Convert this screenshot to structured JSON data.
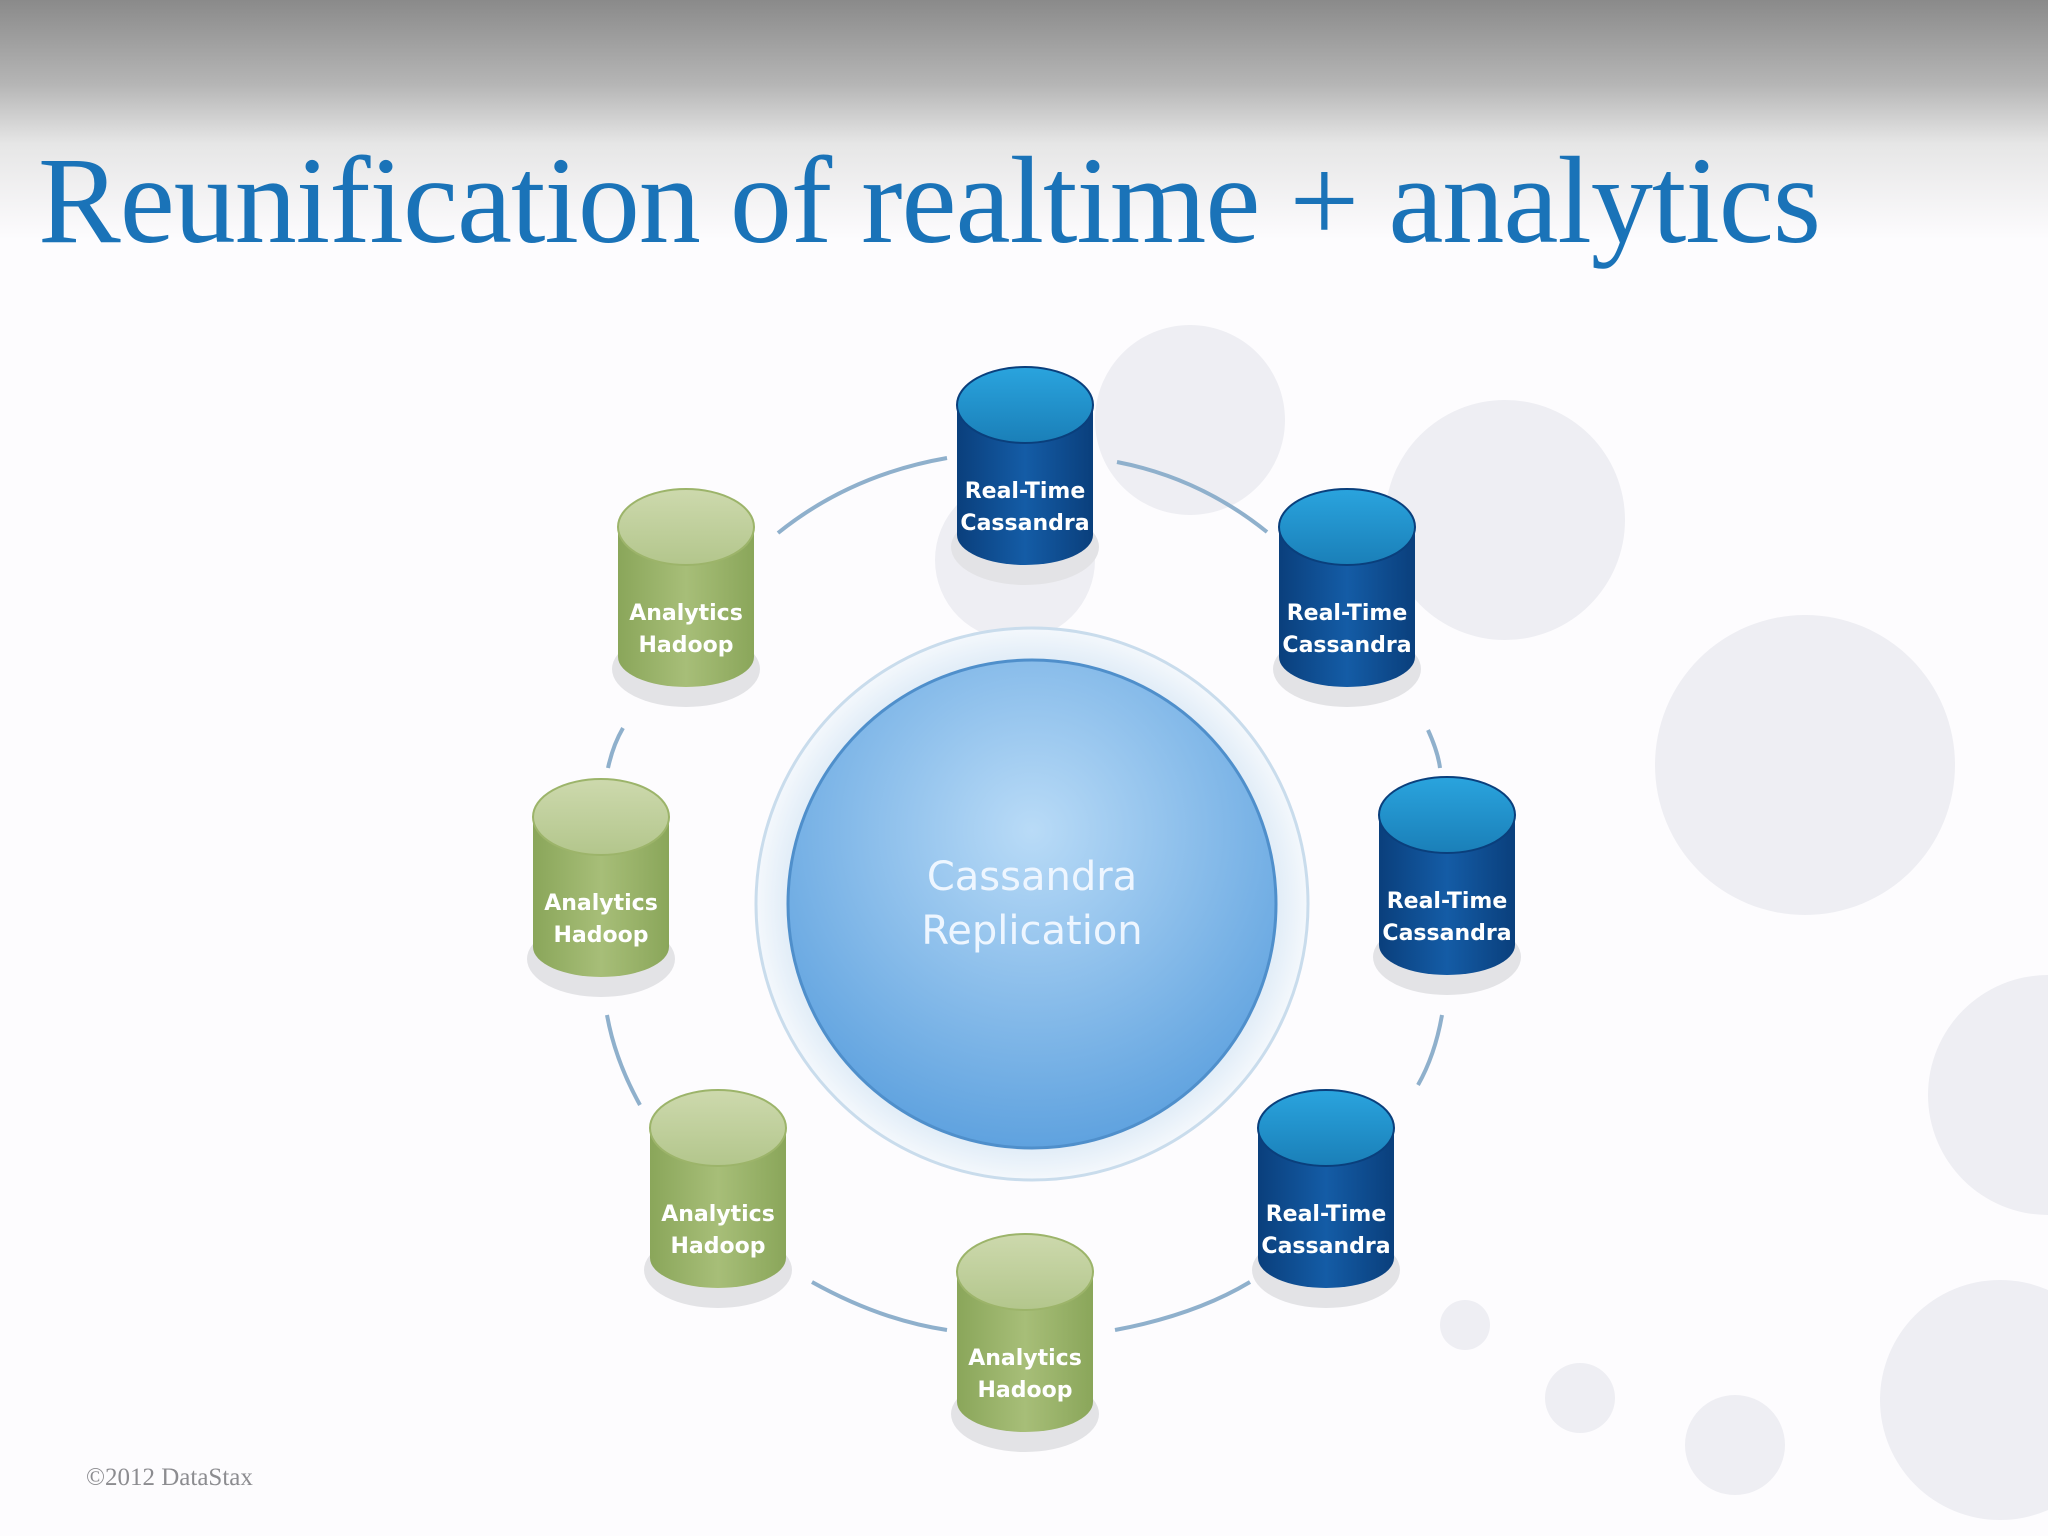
{
  "title": "Reunification of realtime + analytics",
  "footer": "©2012 DataStax",
  "center": {
    "line1": "Cassandra",
    "line2": "Replication"
  },
  "nodes": [
    {
      "type": "realtime",
      "line1": "Real-Time",
      "line2": "Cassandra"
    },
    {
      "type": "realtime",
      "line1": "Real-Time",
      "line2": "Cassandra"
    },
    {
      "type": "realtime",
      "line1": "Real-Time",
      "line2": "Cassandra"
    },
    {
      "type": "realtime",
      "line1": "Real-Time",
      "line2": "Cassandra"
    },
    {
      "type": "analytics",
      "line1": "Analytics",
      "line2": "Hadoop"
    },
    {
      "type": "analytics",
      "line1": "Analytics",
      "line2": "Hadoop"
    },
    {
      "type": "analytics",
      "line1": "Analytics",
      "line2": "Hadoop"
    },
    {
      "type": "analytics",
      "line1": "Analytics",
      "line2": "Hadoop"
    }
  ],
  "colors": {
    "title": "#1a73b8",
    "realtime": "#0d4a8c",
    "analytics": "#9cb46a",
    "center": "#7ab6e8"
  }
}
